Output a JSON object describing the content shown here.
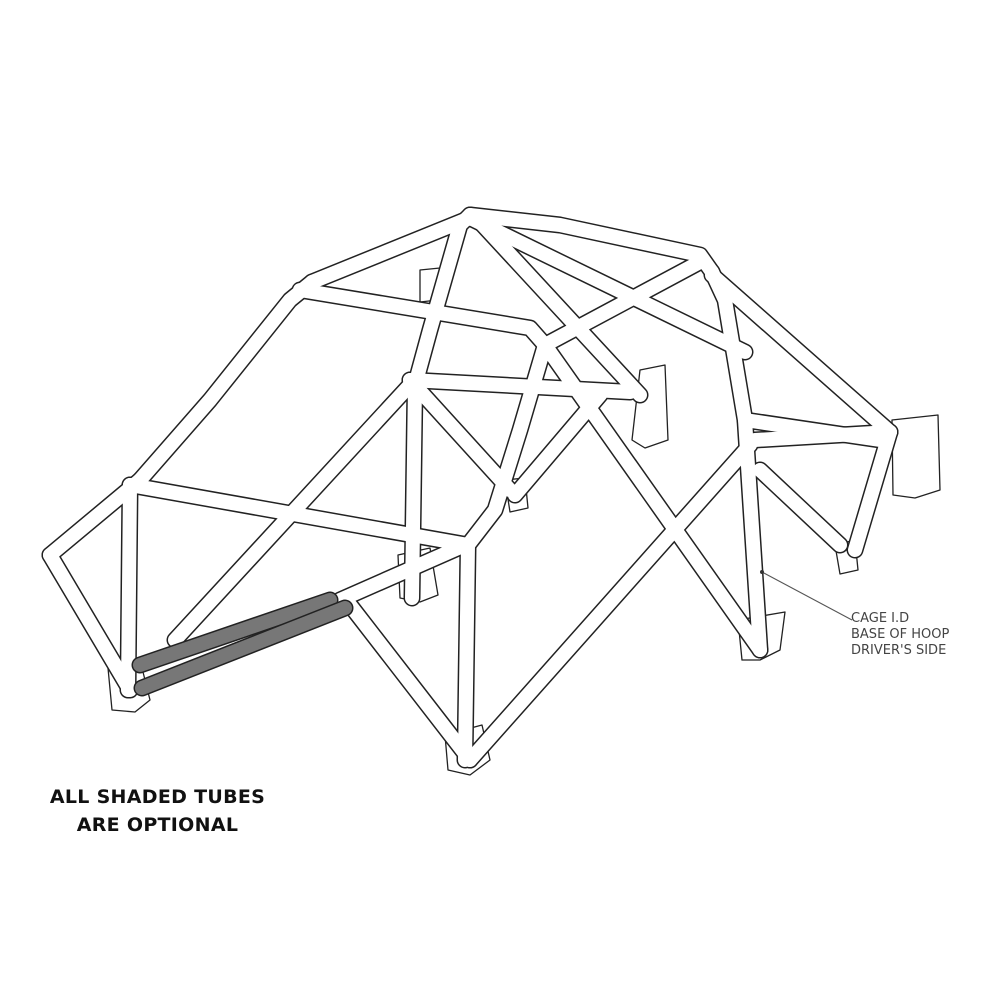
{
  "notes": {
    "optional_line1": "ALL SHADED TUBES",
    "optional_line2": "ARE OPTIONAL"
  },
  "callout": {
    "line1": "CAGE I.D",
    "line2": "BASE OF HOOP",
    "line3": "DRIVER'S SIDE"
  },
  "colors": {
    "outline": "#222222",
    "tube_fill": "#ffffff",
    "shaded_tube": "#777777"
  }
}
